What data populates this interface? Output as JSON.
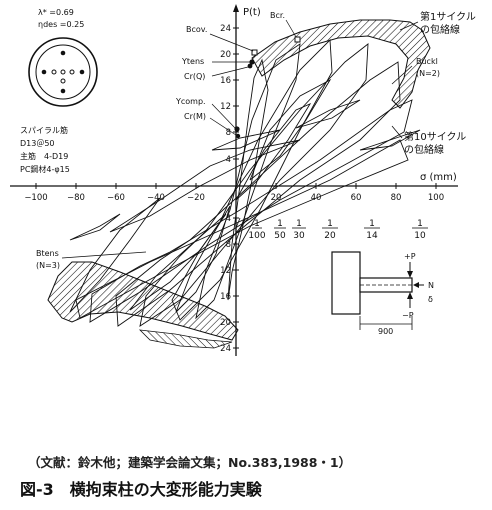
{
  "specimen": {
    "lambda_label": "λ* =0.69",
    "eta_label": "ηdes =0.25",
    "notes": [
      "スパイラル筋",
      "D13＠50",
      "主筋　4-D19",
      "PC鋼材4-φ15"
    ]
  },
  "axes": {
    "y_label": "P(t)",
    "x_label": "σ (mm)",
    "x_ticks": [
      "−100",
      "−80",
      "−60",
      "−40",
      "−20",
      "20",
      "40",
      "60",
      "80",
      "100"
    ],
    "y_ticks_pos": [
      "24",
      "20",
      "16",
      "12",
      "8",
      "4"
    ],
    "y_ticks_neg": [
      "4",
      "8",
      "12",
      "16",
      "20",
      "24"
    ]
  },
  "annotations": {
    "b_cov": "Bcov.",
    "b_cr": "Bcr.",
    "y_tens": "Ytens",
    "cr_q": "Cr(Q)",
    "y_comp": "Ycomp.",
    "cr_m": "Cr(M)",
    "b_tens": "Btens",
    "n3": "(N=3)",
    "buckl": "Buckl",
    "n2": "(N=2)",
    "env1_a": "第1サイクル",
    "env1_b": "の包絡線",
    "env10_a": "第10サイクル",
    "env10_b": "の包絡線"
  },
  "drift_ratios": {
    "numerator": "1",
    "denominators": [
      "100",
      "50",
      "30",
      "20",
      "14",
      "10"
    ]
  },
  "loading_diagram": {
    "plus_p": "+P",
    "n": "N",
    "delta": "δ",
    "minus_p": "−P",
    "span": "900"
  },
  "source_text": "（文献：鈴木他；建築学会論文集；No.383,1988・1）",
  "caption": "図-3　横拘束柱の大変形能力実験"
}
